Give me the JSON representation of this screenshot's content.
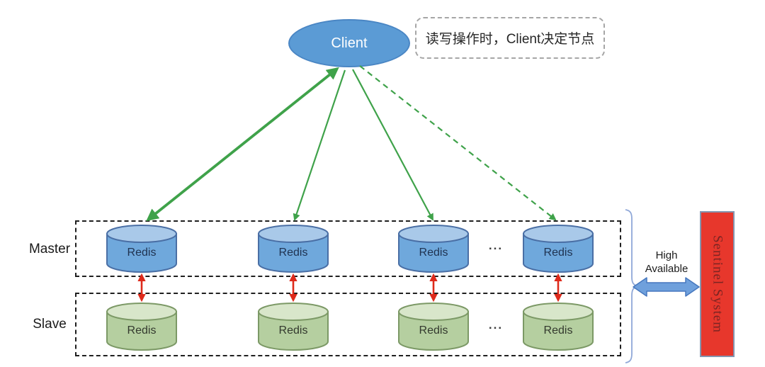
{
  "client": {
    "label": "Client"
  },
  "annotation": {
    "text": "读写操作时，Client决定节点"
  },
  "rows": {
    "master": {
      "label": "Master",
      "ellipsis": "...",
      "nodes": [
        {
          "label": "Redis"
        },
        {
          "label": "Redis"
        },
        {
          "label": "Redis"
        },
        {
          "label": "Redis"
        }
      ]
    },
    "slave": {
      "label": "Slave",
      "ellipsis": "...",
      "nodes": [
        {
          "label": "Redis"
        },
        {
          "label": "Redis"
        },
        {
          "label": "Redis"
        },
        {
          "label": "Redis"
        }
      ]
    }
  },
  "ha": {
    "label": "High Available"
  },
  "sentinel": {
    "label": "Sentinel System"
  },
  "colors": {
    "client_fill": "#5B9BD5",
    "master_cylinder_fill": "#6FA8DC",
    "master_cylinder_top": "#A9C9E9",
    "master_cylinder_stroke": "#4A6FA5",
    "slave_cylinder_fill": "#B5CFA0",
    "slave_cylinder_top": "#D8E6CA",
    "slave_cylinder_stroke": "#7C9966",
    "arrow_green": "#3FA24A",
    "arrow_red": "#DE2A1B",
    "ha_arrow_fill": "#6FA0DC",
    "ha_arrow_stroke": "#4677BE",
    "brace": "#90A8D8",
    "sentinel_fill": "#E7372C",
    "sentinel_text": "#7B2423",
    "dashed_box": "#1F1F1F"
  }
}
